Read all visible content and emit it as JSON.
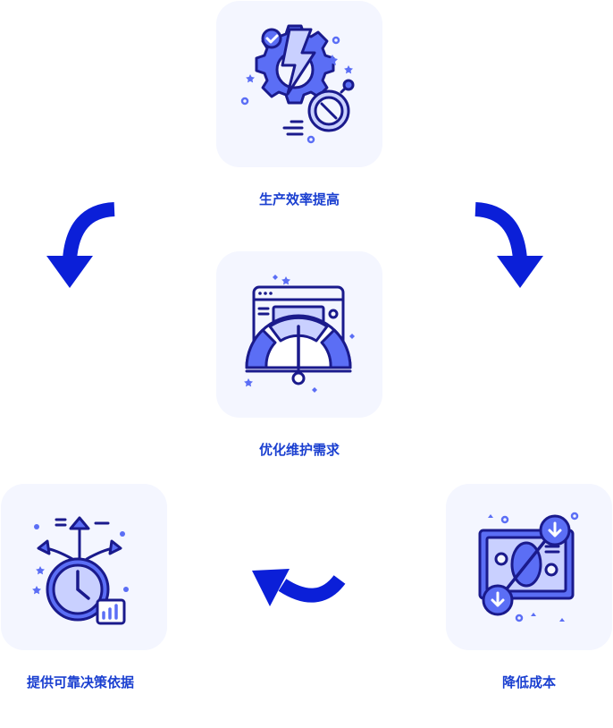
{
  "steps": [
    {
      "label": "生产效率提高",
      "icon": "gear-lightning-stopwatch-icon"
    },
    {
      "label": "优化维护需求",
      "icon": "dashboard-gauge-icon"
    },
    {
      "label": "提供可靠决策依据",
      "icon": "clock-arrows-chart-icon"
    },
    {
      "label": "降低成本",
      "icon": "money-down-arrows-icon"
    }
  ],
  "colors": {
    "accent": "#1a3fd0",
    "arrow": "#0b1fd8",
    "card_bg": "#f4f6ff",
    "icon_stroke": "#1a1a8c",
    "icon_fill": "#5b6ef5",
    "icon_light": "#c9d0ff"
  }
}
